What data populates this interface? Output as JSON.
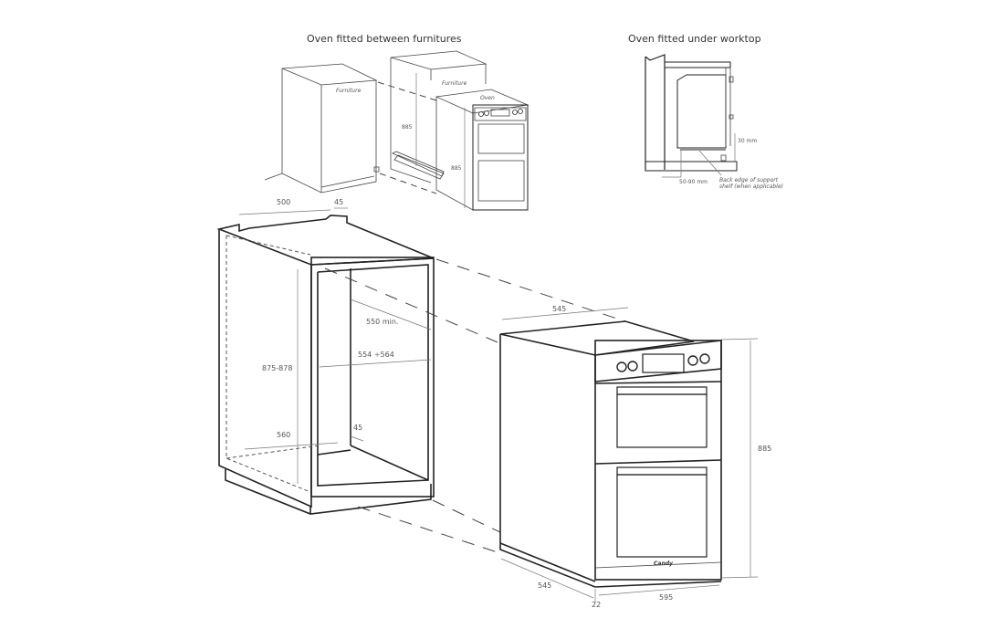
{
  "titles": {
    "between_furnitures": "Oven fitted between furnitures",
    "under_worktop": "Oven fitted under worktop"
  },
  "sketch_between": {
    "furniture_left_label": "Furniture",
    "furniture_right_label": "Furniture",
    "oven_label": "Oven",
    "dim_niche_height": "885",
    "dim_oven_height": "885"
  },
  "sketch_worktop": {
    "dim_gap": "30 mm",
    "dim_depth": "50-90 mm",
    "note_line1": "Back edge of support",
    "note_line2": "shelf (when applicable)"
  },
  "cabinet": {
    "dim_top_depth": "500",
    "dim_top_back": "45",
    "dim_inner_depth": "550 min.",
    "dim_inner_width": "554 ÷564",
    "dim_height": "875-878",
    "dim_bottom_depth": "560",
    "dim_bottom_back": "45"
  },
  "oven": {
    "dim_top_depth": "545",
    "dim_height": "885",
    "dim_side_depth": "545",
    "dim_front_width": "595",
    "dim_front_thickness": "22",
    "brand_label": "Candy"
  }
}
